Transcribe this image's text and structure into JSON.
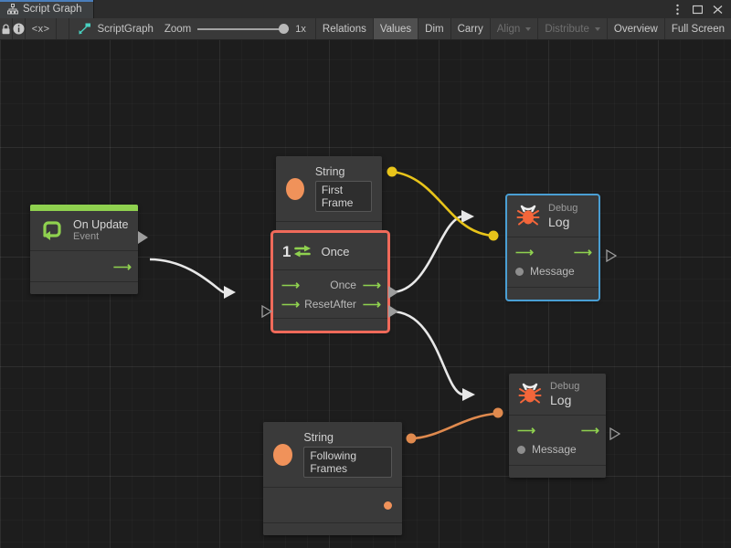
{
  "window": {
    "tab_label": "Script Graph",
    "tab_icon": "hierarchy-icon",
    "controls": {
      "menu": "⋮",
      "maximize": "□",
      "close": "✕"
    },
    "accent_color": "#4a7ebb"
  },
  "toolbar": {
    "lock_icon": "lock-icon",
    "info_icon": "info-icon",
    "code_icon": "<x>",
    "breadcrumb": "ScriptGraph",
    "breadcrumb_icon": "script-graph-icon",
    "zoom_label": "Zoom",
    "zoom_value": "1x",
    "buttons": [
      {
        "label": "Relations",
        "state": "normal",
        "caret": false
      },
      {
        "label": "Values",
        "state": "active",
        "caret": false
      },
      {
        "label": "Dim",
        "state": "normal",
        "caret": false
      },
      {
        "label": "Carry",
        "state": "normal",
        "caret": false
      },
      {
        "label": "Align",
        "state": "disabled",
        "caret": true
      },
      {
        "label": "Distribute",
        "state": "disabled",
        "caret": true
      },
      {
        "label": "Overview",
        "state": "normal",
        "caret": false
      },
      {
        "label": "Full Screen",
        "state": "normal",
        "caret": false
      }
    ]
  },
  "graph": {
    "colors": {
      "event_accent": "#8fd14f",
      "flow_arrow": "#8fd14f",
      "selected_node": "#f06a5a",
      "focused_node": "#4a9fd4",
      "string_port": "#f0925a",
      "wire_flow": "#e8e8e8",
      "wire_value_first": "#e8c41a",
      "wire_value_second": "#e08a4e",
      "node_bg": "#3a3a3a",
      "canvas_bg": "#1d1d1d"
    },
    "nodes": {
      "on_update": {
        "title": "On Update",
        "subtitle": "Event",
        "icon": "update-loop-icon",
        "output_flow": "flow-out"
      },
      "string_first": {
        "title": "String",
        "value": "First Frame",
        "icon": "string-port-icon"
      },
      "string_following": {
        "title": "String",
        "value": "Following Frames",
        "icon": "string-port-icon"
      },
      "once": {
        "title": "Once",
        "icon": "once-counter-icon",
        "badge": "1",
        "inputs": [
          {
            "label": "",
            "type": "flow"
          },
          {
            "label": "Reset",
            "type": "flow"
          }
        ],
        "outputs": [
          {
            "label": "Once",
            "type": "flow"
          },
          {
            "label": "After",
            "type": "flow"
          }
        ],
        "selected": true
      },
      "debug_log_top": {
        "title": "Debug",
        "subtitle": "Log",
        "icon": "bug-icon",
        "input_value_label": "Message",
        "focused": true
      },
      "debug_log_bottom": {
        "title": "Debug",
        "subtitle": "Log",
        "icon": "bug-icon",
        "input_value_label": "Message",
        "focused": false
      }
    },
    "connections": [
      {
        "from": "on_update.flow-out",
        "to": "once.flow-in",
        "kind": "flow"
      },
      {
        "from": "once.Once",
        "to": "debug_log_top.flow-in",
        "kind": "flow"
      },
      {
        "from": "once.After",
        "to": "debug_log_bottom.flow-in",
        "kind": "flow"
      },
      {
        "from": "string_first.value-out",
        "to": "debug_log_top.Message",
        "kind": "value"
      },
      {
        "from": "string_following.value-out",
        "to": "debug_log_bottom.Message",
        "kind": "value"
      }
    ]
  }
}
